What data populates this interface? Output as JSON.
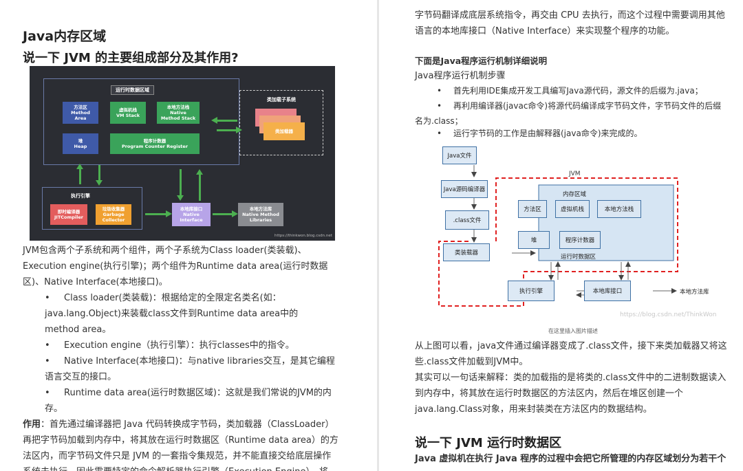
{
  "left": {
    "h1": "Java内存区域",
    "h2": "说一下 JVM 的主要组成部分及其作用?",
    "figure": {
      "runtime_title": "运行时数据区域",
      "method_area": [
        "方法区",
        "Method",
        "Area"
      ],
      "vm_stack": [
        "虚拟机栈",
        "VM Stack"
      ],
      "native_stack": [
        "本地方法栈",
        "Native",
        "Method Stack"
      ],
      "heap": [
        "堆",
        "Heap"
      ],
      "pc": [
        "程序计数器",
        "Program Counter Register"
      ],
      "classloader_title": "类加载子系统",
      "classloader": "类加载器",
      "engine_title": "执行引擎",
      "jit": [
        "即时编译器",
        "JITCompiler"
      ],
      "gc": [
        "垃圾收集器",
        "Garbage",
        "Collector"
      ],
      "native_iface": [
        "本地库接口",
        "Native",
        "Interface"
      ],
      "native_libs": [
        "本地方法库",
        "Native Method",
        "Libraries"
      ],
      "watermark": "https://thinkwon.blog.csdn.net"
    },
    "para1": "JVM包含两个子系统和两个组件，两个子系统为Class loader(类装载)、Execution engine(执行引擎)；两个组件为Runtime data area(运行时数据区)、Native Interface(本地接口)。",
    "bullets": [
      "Class loader(类装载)：根据给定的全限定名类名(如：java.lang.Object)来装载class文件到Runtime data area中的method area。",
      "Execution engine（执行引擎）：执行classes中的指令。",
      "Native Interface(本地接口)：与native libraries交互，是其它编程语言交互的接口。",
      "Runtime data area(运行时数据区域)：这就是我们常说的JVM的内存。"
    ],
    "para2_bold": "作用",
    "para2": "：首先通过编译器把 Java 代码转换成字节码，类加载器（ClassLoader）再把字节码加载到内存中，将其放在运行时数据区（Runtime data area）的方法区内，而字节码文件只是 JVM 的一套指令集规范，并不能直接交给底层操作系统去执行，因此需要特定的命令解析器执行引擎（Execution Engine），将"
  },
  "right": {
    "para_top": "字节码翻译成底层系统指令，再交由 CPU 去执行，而这个过程中需要调用其他语言的本地库接口（Native Interface）来实现整个程序的功能。",
    "sub_h": "下面是Java程序运行机制详细说明",
    "sub_p": "Java程序运行机制步骤",
    "bullets": [
      "首先利用IDE集成开发工具编写Java源代码，源文件的后缀为.java；",
      "再利用编译器(javac命令)将源代码编译成字节码文件，字节码文件的后缀名为.class；",
      "运行字节码的工作是由解释器(java命令)来完成的。"
    ],
    "flow": {
      "java_file": "Java文件",
      "compiler": "Java源码编译器",
      "class_file": ".class文件",
      "class_loader": "类装载器",
      "jvm": "JVM",
      "mem_title": "内存区域",
      "method_area": "方法区",
      "vm_stack": "虚拟机栈",
      "native_stack": "本地方法栈",
      "heap": "堆",
      "pc": "程序计数器",
      "runtime_area": "运行时数据区",
      "engine": "执行引擎",
      "native_iface": "本地库接口",
      "native_lib": "本地方法库",
      "watermark": "https://blog.csdn.net/ThinkWon"
    },
    "caption": "在这里插入图片描述",
    "para1": "从上图可以看，java文件通过编译器变成了.class文件，接下来类加载器又将这些.class文件加载到JVM中。",
    "para2": "其实可以一句话来解释：类的加载指的是将类的.class文件中的二进制数据读入到内存中，将其放在运行时数据区的方法区内，然后在堆区创建一个java.lang.Class对象，用来封装类在方法区内的数据结构。",
    "h2": "说一下 JVM 运行时数据区",
    "para3_bold": "Java 虚拟机在执行 Java 程序的过程中会把它所管理的内存区域划分为若干个"
  }
}
